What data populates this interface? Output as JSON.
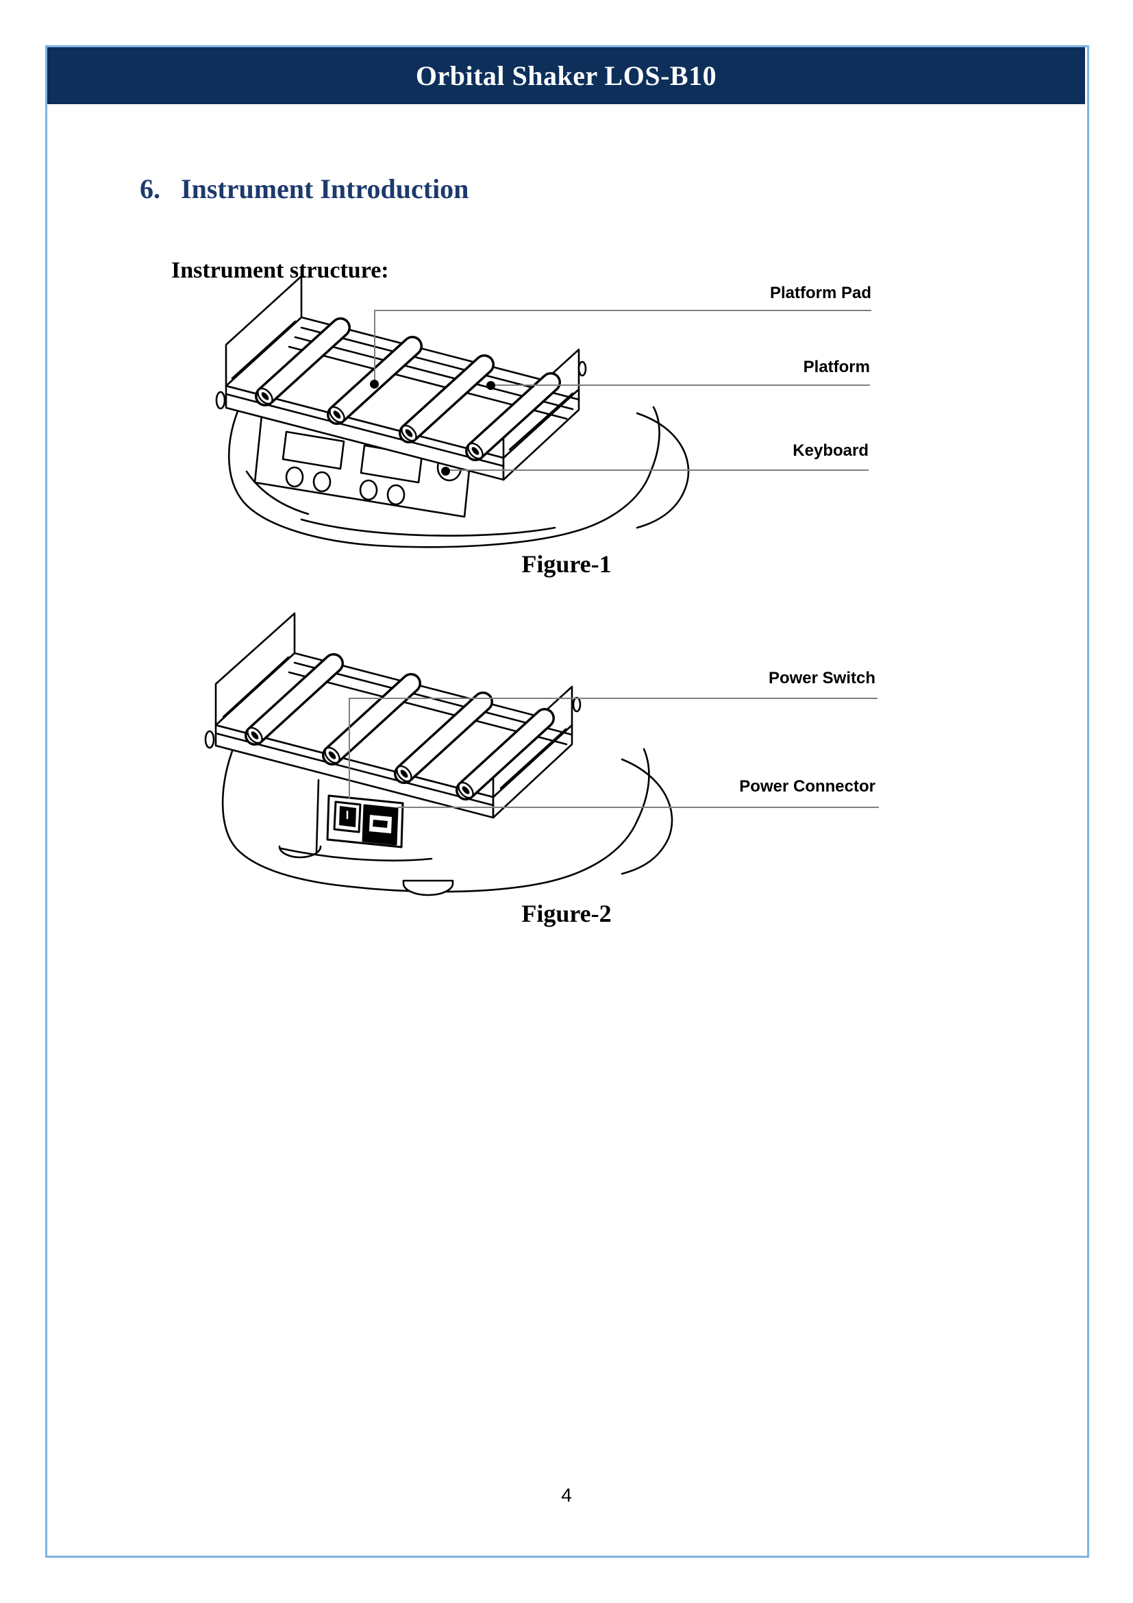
{
  "header": {
    "title": "Orbital Shaker LOS-B10"
  },
  "section": {
    "number": "6.",
    "title": "Instrument Introduction"
  },
  "subsection": {
    "label": "Instrument structure:"
  },
  "figure1": {
    "caption": "Figure-1",
    "labels": {
      "platform_pad": "Platform Pad",
      "platform": "Platform",
      "keyboard": "Keyboard"
    }
  },
  "figure2": {
    "caption": "Figure-2",
    "labels": {
      "power_switch": "Power Switch",
      "power_connector": "Power Connector"
    }
  },
  "page": {
    "number": "4"
  },
  "colors": {
    "header_bg": "#0d2f5a",
    "heading": "#1d3a6e",
    "border_blue": "#7eb2e2",
    "callout": "#7f7f7f",
    "ink": "#000000"
  }
}
